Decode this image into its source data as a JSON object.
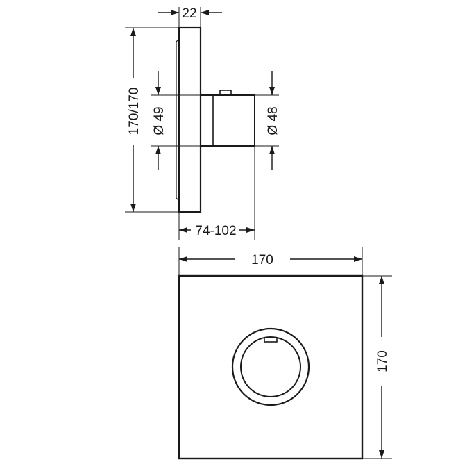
{
  "dimensions": {
    "depth_plate": "22",
    "height_side": "170/170",
    "diameter_left": "Ø 49",
    "diameter_right": "Ø 48",
    "depth_range": "74-102",
    "width_front": "170",
    "height_front": "170"
  },
  "colors": {
    "line": "#1a1a1a",
    "background": "#ffffff"
  }
}
